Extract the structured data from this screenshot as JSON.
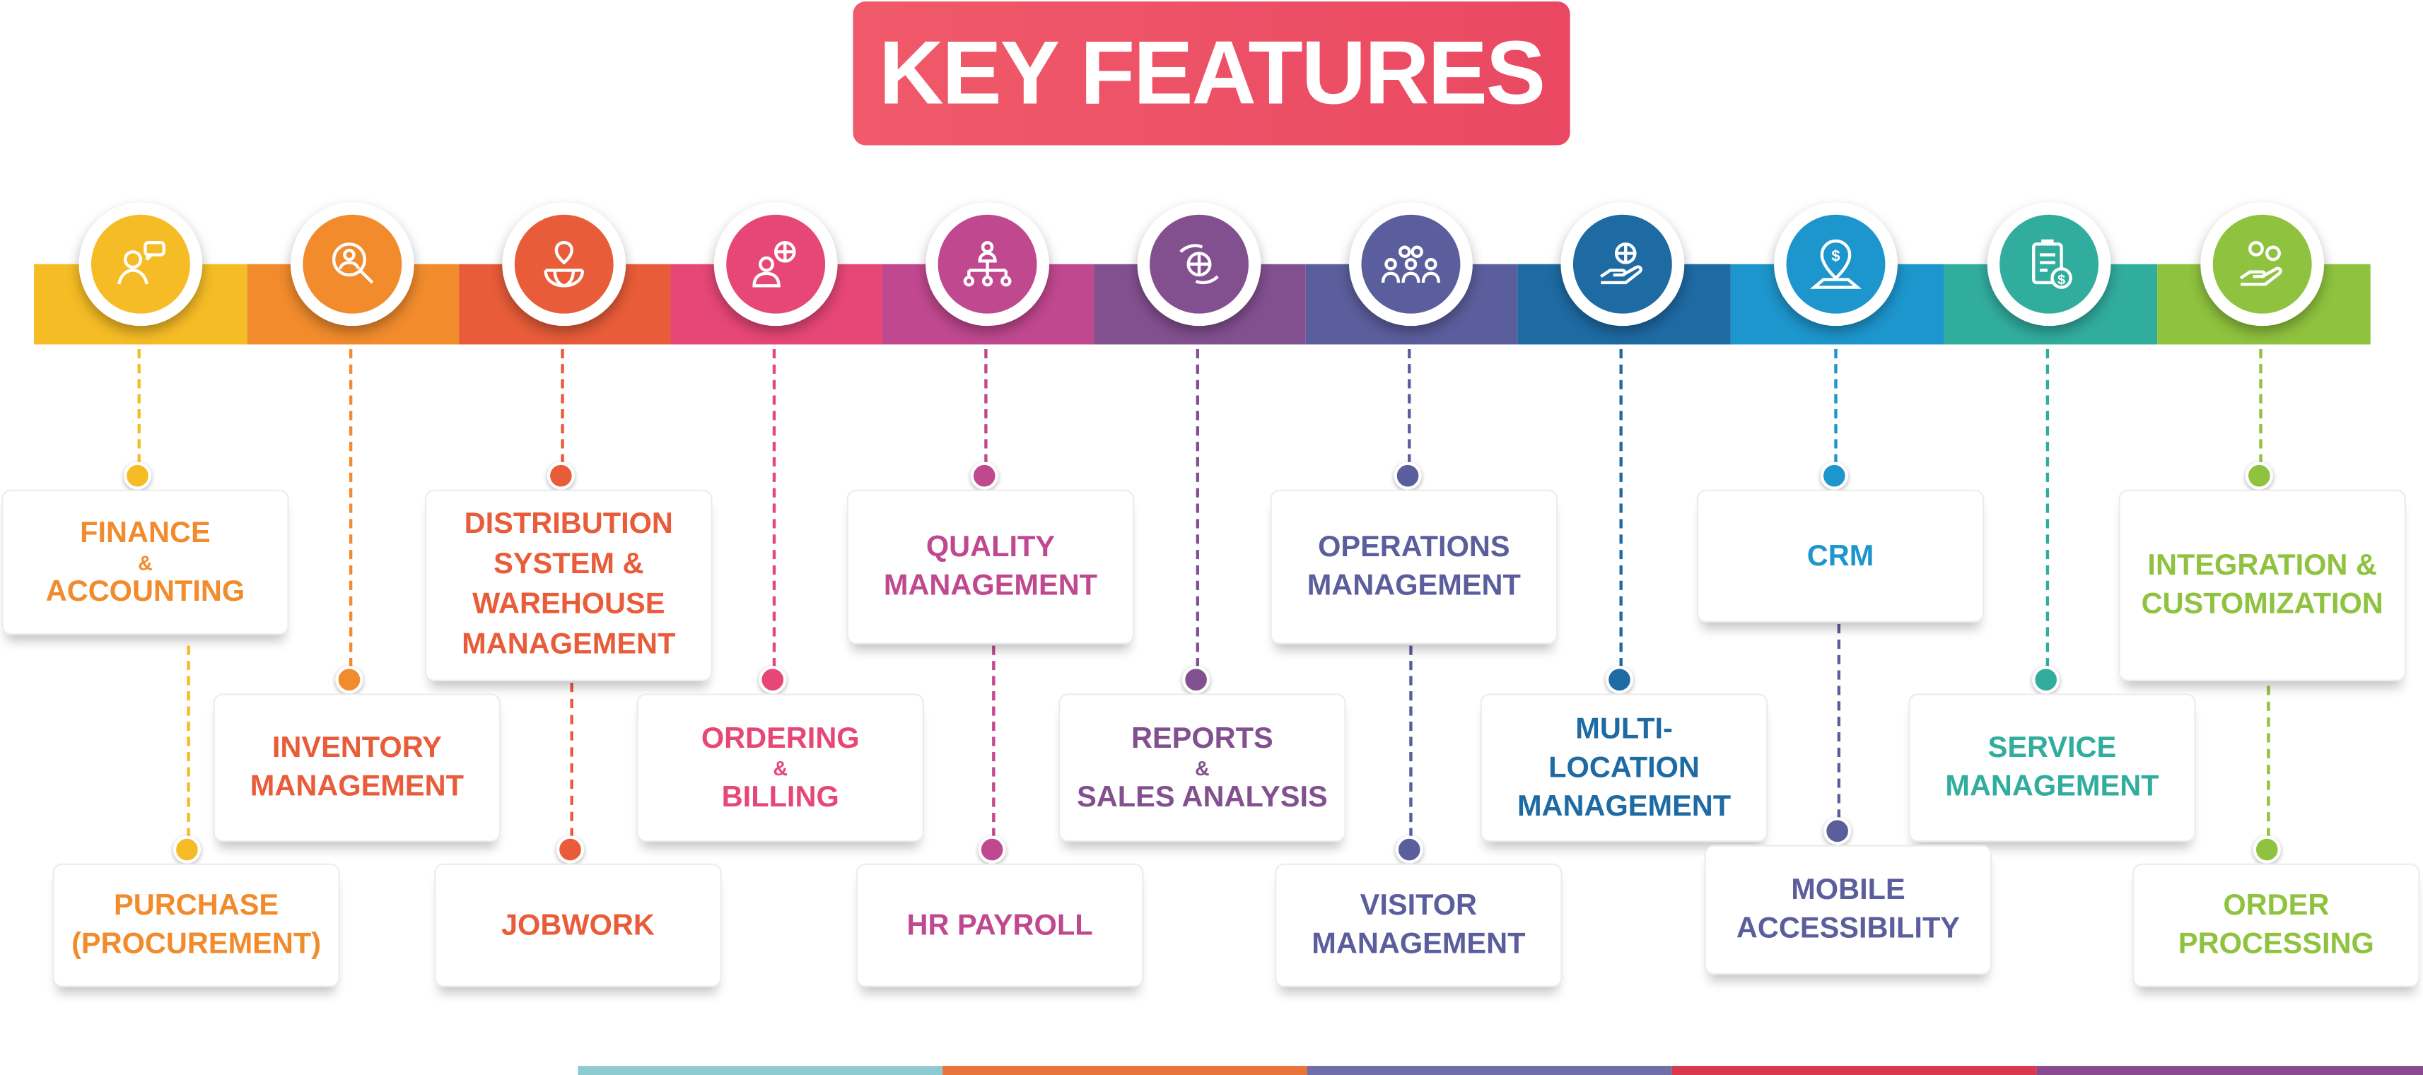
{
  "title": "KEY FEATURES",
  "colors": {
    "title_bg": "#ec4d64",
    "c1": "#f6bc25",
    "c2": "#f18b2c",
    "c3": "#e85c39",
    "c4": "#e64776",
    "c5": "#c0488f",
    "c6": "#82508f",
    "c7": "#5b5e9c",
    "c8": "#1e6aa3",
    "c9": "#1d96cd",
    "c10": "#31ad9e",
    "c11": "#8fc23e"
  },
  "icons": [
    "support-agent-icon",
    "user-search-icon",
    "globe-location-icon",
    "user-globe-icon",
    "org-chart-icon",
    "hand-globe-icon",
    "team-gears-icon",
    "hand-globe-icon",
    "map-pin-dollar-icon",
    "invoice-dollar-icon",
    "hand-coins-icon"
  ],
  "features": {
    "finance": {
      "line1": "FINANCE",
      "amp": "&",
      "line2": "ACCOUNTING"
    },
    "inventory": {
      "line1": "INVENTORY",
      "line2": "MANAGEMENT"
    },
    "purchase": {
      "line1": "PURCHASE",
      "line2": "(PROCUREMENT)"
    },
    "distribution": {
      "line1": "DISTRIBUTION",
      "line2": "SYSTEM &",
      "line3": "WAREHOUSE",
      "line4": "MANAGEMENT"
    },
    "jobwork": {
      "line1": "JOBWORK"
    },
    "ordering": {
      "line1": "ORDERING",
      "amp": "&",
      "line2": "BILLING"
    },
    "quality": {
      "line1": "QUALITY",
      "line2": "MANAGEMENT"
    },
    "hr": {
      "line1": "HR PAYROLL"
    },
    "reports": {
      "line1": "REPORTS",
      "amp": "&",
      "line2": "SALES ANALYSIS"
    },
    "operations": {
      "line1": "OPERATIONS",
      "line2": "MANAGEMENT"
    },
    "visitor": {
      "line1": "VISITOR",
      "line2": "MANAGEMENT"
    },
    "multilocation": {
      "line1": "MULTI-",
      "line2": "LOCATION",
      "line3": "MANAGEMENT"
    },
    "crm": {
      "line1": "CRM"
    },
    "mobile": {
      "line1": "MOBILE",
      "line2": "ACCESSIBILITY"
    },
    "service": {
      "line1": "SERVICE",
      "line2": "MANAGEMENT"
    },
    "integration": {
      "line1": "INTEGRATION &",
      "line2": "CUSTOMIZATION"
    },
    "order": {
      "line1": "ORDER",
      "line2": "PROCESSING"
    }
  }
}
